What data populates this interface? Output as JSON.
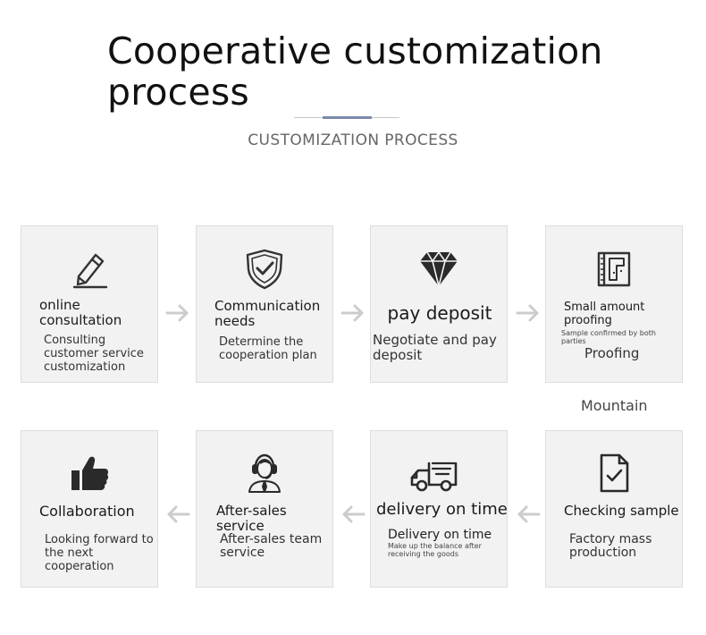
{
  "title": "Cooperative customization process",
  "subtitle": "CUSTOMIZATION PROCESS",
  "watermark": "Mountain",
  "colors": {
    "accent": "#7d89ad",
    "card_bg": "#f2f2f2",
    "arrow": "#cccccc"
  },
  "steps": [
    {
      "icon": "pencil-icon",
      "heading": "online consultation",
      "body": "Consulting customer service customization",
      "note": ""
    },
    {
      "icon": "shield-check-icon",
      "heading": "Communication needs",
      "body": "Determine the cooperation plan",
      "note": ""
    },
    {
      "icon": "diamond-icon",
      "heading": "pay deposit",
      "body": "Negotiate and pay deposit",
      "note": ""
    },
    {
      "icon": "blueprint-icon",
      "heading": "Small amount proofing",
      "body": "Proofing",
      "note": "Sample confirmed by both parties"
    },
    {
      "icon": "document-check-icon",
      "heading": "Checking sample",
      "body": "Factory mass production",
      "note": ""
    },
    {
      "icon": "delivery-truck-icon",
      "heading": "delivery on time",
      "body": "Delivery on time",
      "note": "Make up the balance after receiving the goods"
    },
    {
      "icon": "customer-service-agent-icon",
      "heading": "After-sales service",
      "body": "After-sales team service",
      "note": ""
    },
    {
      "icon": "thumbs-up-icon",
      "heading": "Collaboration",
      "body": "Looking forward to the next cooperation",
      "note": ""
    }
  ]
}
